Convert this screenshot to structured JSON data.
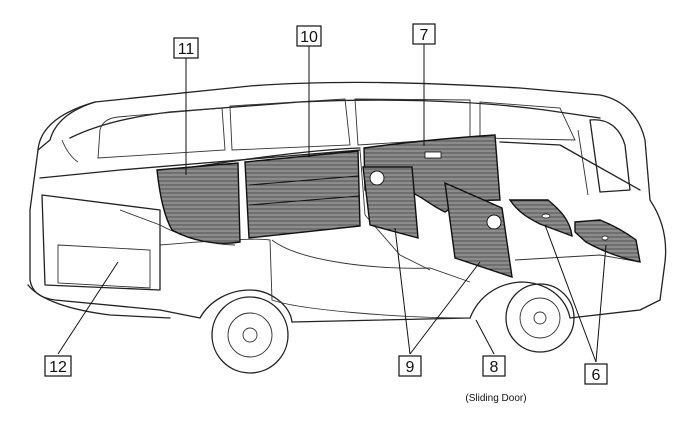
{
  "callouts": {
    "c11": "11",
    "c10": "10",
    "c7": "7",
    "c12": "12",
    "c9": "9",
    "c8": "8",
    "c6": "6"
  },
  "captions": {
    "sliding_door": "(Sliding Door)"
  }
}
